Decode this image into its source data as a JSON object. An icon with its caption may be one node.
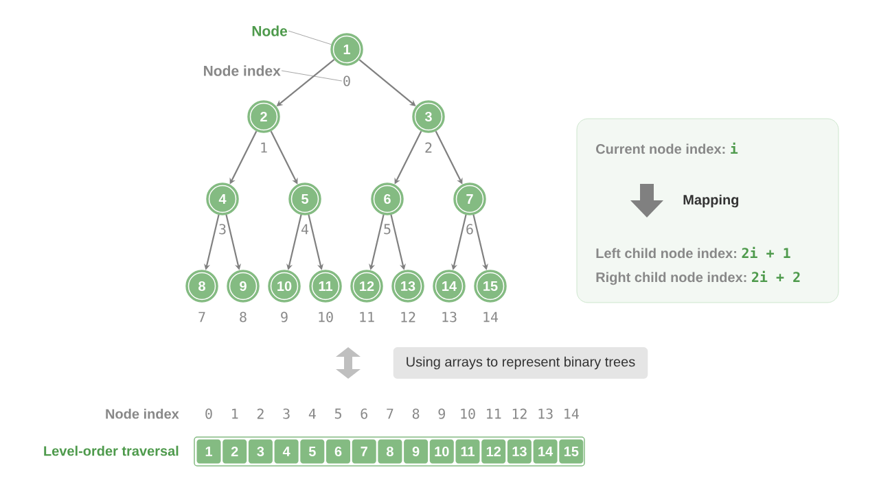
{
  "diagram": {
    "nodes": [
      {
        "text": [
          "Node"
        ]
      },
      {
        "text": [
          "Node index"
        ]
      },
      {
        "text": [
          "1"
        ],
        "beside": [
          "0"
        ]
      },
      {
        "text": [
          "2"
        ],
        "beside": [
          "1"
        ]
      },
      {
        "text": [
          "3"
        ],
        "beside": [
          "2"
        ]
      },
      {
        "text": [
          "4"
        ],
        "beside": [
          "3"
        ]
      },
      {
        "text": [
          "5"
        ],
        "beside": [
          "4"
        ]
      },
      {
        "text": [
          "6"
        ],
        "beside": [
          "5"
        ]
      },
      {
        "text": [
          "7"
        ],
        "beside": [
          "6"
        ]
      },
      {
        "text": [
          "8"
        ],
        "beside": [
          "7"
        ]
      },
      {
        "text": [
          "9"
        ],
        "beside": [
          "8"
        ]
      },
      {
        "text": [
          "10"
        ],
        "beside": [
          "9"
        ]
      },
      {
        "text": [
          "11"
        ],
        "beside": [
          "10"
        ]
      },
      {
        "text": [
          "12"
        ],
        "beside": [
          "11"
        ]
      },
      {
        "text": [
          "13"
        ],
        "beside": [
          "12"
        ]
      },
      {
        "text": [
          "14"
        ],
        "beside": [
          "13"
        ]
      },
      {
        "text": [
          "15"
        ],
        "beside": [
          "14"
        ]
      },
      {
        "text": [
          "Current node index:",
          "i",
          "Mapping",
          "Left child node index:",
          "2i + 1",
          "Right child node index:",
          "2i + 2"
        ]
      },
      {
        "text": [
          "Using arrays to represent binary trees"
        ]
      },
      {
        "text": [
          "Level-order traversal"
        ]
      },
      {
        "text": [
          "1"
        ],
        "in": 19
      },
      {
        "text": [
          "2"
        ],
        "in": 19
      },
      {
        "text": [
          "3"
        ],
        "in": 19
      },
      {
        "text": [
          "4"
        ],
        "in": 19
      },
      {
        "text": [
          "5"
        ],
        "in": 19
      },
      {
        "text": [
          "6"
        ],
        "in": 19
      },
      {
        "text": [
          "7"
        ],
        "in": 19
      },
      {
        "text": [
          "8"
        ],
        "in": 19
      },
      {
        "text": [
          "9"
        ],
        "in": 19
      },
      {
        "text": [
          "10"
        ],
        "in": 19
      },
      {
        "text": [
          "11"
        ],
        "in": 19
      },
      {
        "text": [
          "12"
        ],
        "in": 19
      },
      {
        "text": [
          "13"
        ],
        "in": 19
      },
      {
        "text": [
          "14"
        ],
        "in": 19
      },
      {
        "text": [
          "15"
        ],
        "in": 19
      }
    ],
    "edges": [
      {
        "from": 0,
        "to": 2,
        "arrow": "none"
      },
      {
        "from": 1,
        "to": 2,
        "arrow": "none"
      },
      {
        "from": 2,
        "to": 3,
        "arrow": "to"
      },
      {
        "from": 2,
        "to": 4,
        "arrow": "to"
      },
      {
        "from": 3,
        "to": 5,
        "arrow": "to"
      },
      {
        "from": 3,
        "to": 6,
        "arrow": "to"
      },
      {
        "from": 4,
        "to": 7,
        "arrow": "to"
      },
      {
        "from": 4,
        "to": 8,
        "arrow": "to"
      },
      {
        "from": 5,
        "to": 9,
        "arrow": "to"
      },
      {
        "from": 5,
        "to": 10,
        "arrow": "to"
      },
      {
        "from": 6,
        "to": 11,
        "arrow": "to"
      },
      {
        "from": 6,
        "to": 12,
        "arrow": "to"
      },
      {
        "from": 7,
        "to": 13,
        "arrow": "to"
      },
      {
        "from": 7,
        "to": 14,
        "arrow": "to"
      },
      {
        "from": 8,
        "to": 15,
        "arrow": "to"
      },
      {
        "from": 8,
        "to": 16,
        "arrow": "to"
      }
    ],
    "labels": [
      "Node index",
      "0",
      "1",
      "2",
      "3",
      "4",
      "5",
      "6",
      "7",
      "8",
      "9",
      "10",
      "11",
      "12",
      "13",
      "14"
    ]
  }
}
